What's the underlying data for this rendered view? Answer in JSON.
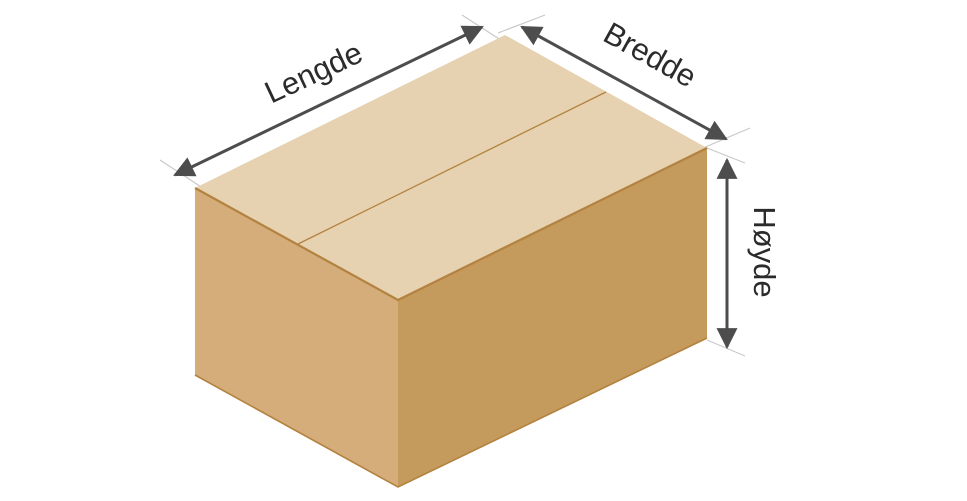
{
  "labels": {
    "length": "Lengde",
    "width": "Bredde",
    "height": "Høyde"
  },
  "colors": {
    "top_face": "#e6d1b1",
    "left_face": "#d4ad7b",
    "right_face": "#c49a5d",
    "edge": "#b3823f",
    "arrow": "#4d4d4d",
    "extension_line": "#c9c9c9",
    "text": "#2b2b2b"
  }
}
